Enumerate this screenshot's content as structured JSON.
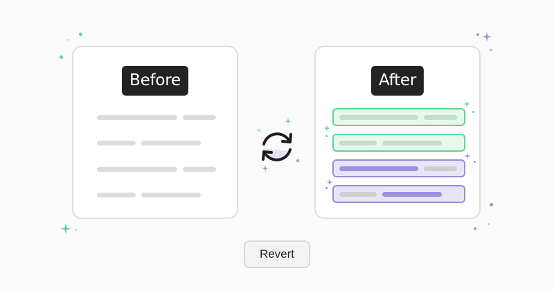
{
  "before_card": {
    "label": "Before"
  },
  "after_card": {
    "label": "After"
  },
  "sync_icon": {
    "icon": "sync-arrows-icon"
  },
  "revert_button": {
    "label": "Revert"
  },
  "colors": {
    "added_highlight": "#5cd68a",
    "changed_highlight": "#9b8bd8",
    "label_background": "#232323",
    "sparkle_green": "#5fd3a0",
    "sparkle_purple": "#a18fd6"
  }
}
